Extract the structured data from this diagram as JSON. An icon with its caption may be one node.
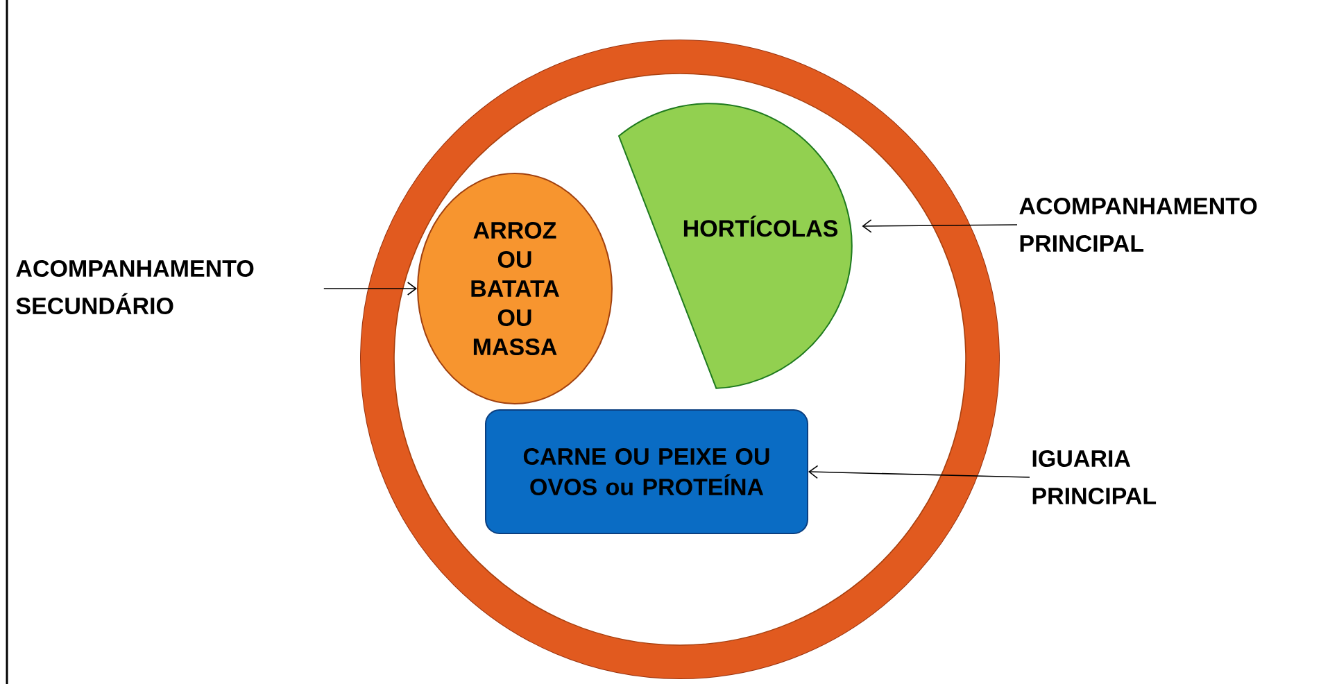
{
  "diagram": {
    "nodes": [
      {
        "text": [],
        "shape": "circle"
      },
      {
        "text": [
          "ARROZ OU BATATA OU MASSA"
        ],
        "in": 0
      },
      {
        "text": [
          "HORTÍCOLAS"
        ],
        "in": 0
      },
      {
        "text": [
          "CARNE OU PEIXE OU OVOS ou PROTEÍNA"
        ],
        "in": 0
      },
      {
        "text": [
          "ACOMPANHAMENTO SECUNDÁRIO"
        ]
      },
      {
        "text": [
          "ACOMPANHAMENTO PRINCIPAL"
        ]
      },
      {
        "text": [
          "IGUARIA PRINCIPAL"
        ]
      }
    ],
    "edges": [
      {
        "from": 4,
        "to": 1,
        "arrow": "to"
      },
      {
        "from": 5,
        "to": 2,
        "arrow": "to"
      },
      {
        "from": 6,
        "to": 3,
        "arrow": "to"
      }
    ]
  }
}
